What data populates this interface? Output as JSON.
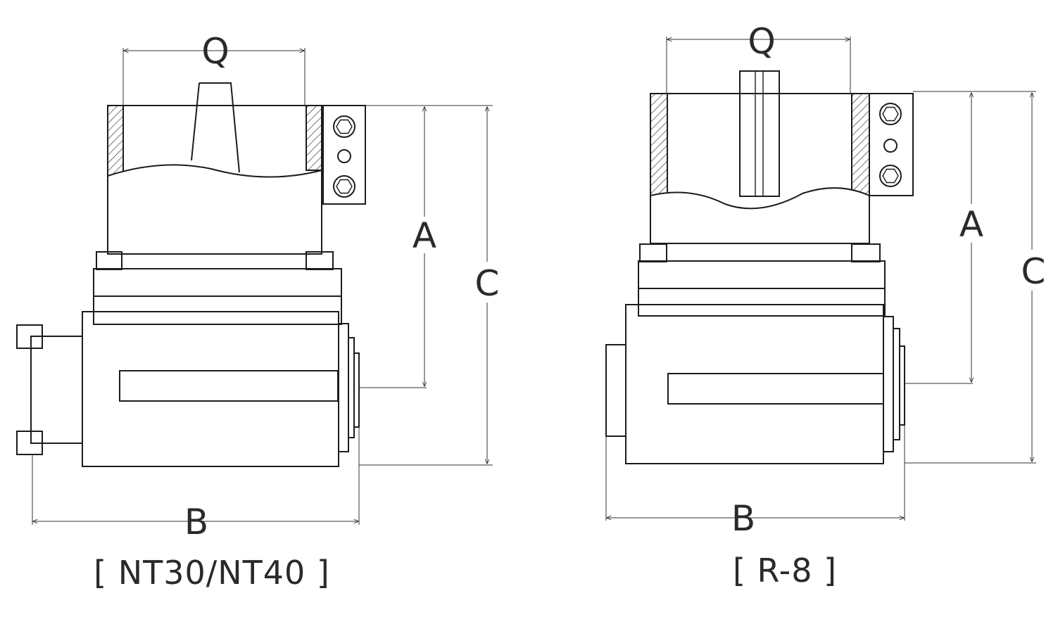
{
  "left_view": {
    "caption": "[ NT30/NT40 ]",
    "dims": {
      "q": "Q",
      "a": "A",
      "c": "C",
      "b": "B"
    }
  },
  "right_view": {
    "caption": "[ R-8 ]",
    "dims": {
      "q": "Q",
      "a": "A",
      "c": "C",
      "b": "B"
    }
  }
}
